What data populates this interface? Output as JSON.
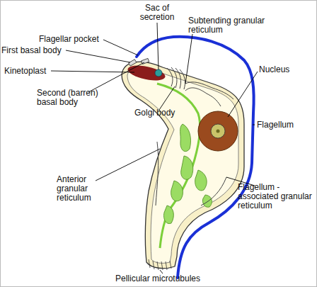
{
  "diagram": {
    "labels": [
      "Sac of secretion",
      "Subtending granular reticulum",
      "Flagellar pocket",
      "First basal body",
      "Kinetoplast",
      "Second (barren) basal body",
      "Golgi body",
      "Nucleus",
      "Flagellum",
      "Anterior granular reticulum",
      "Flagellum -associated granular reticulum",
      "Pellicular microtubules"
    ]
  }
}
